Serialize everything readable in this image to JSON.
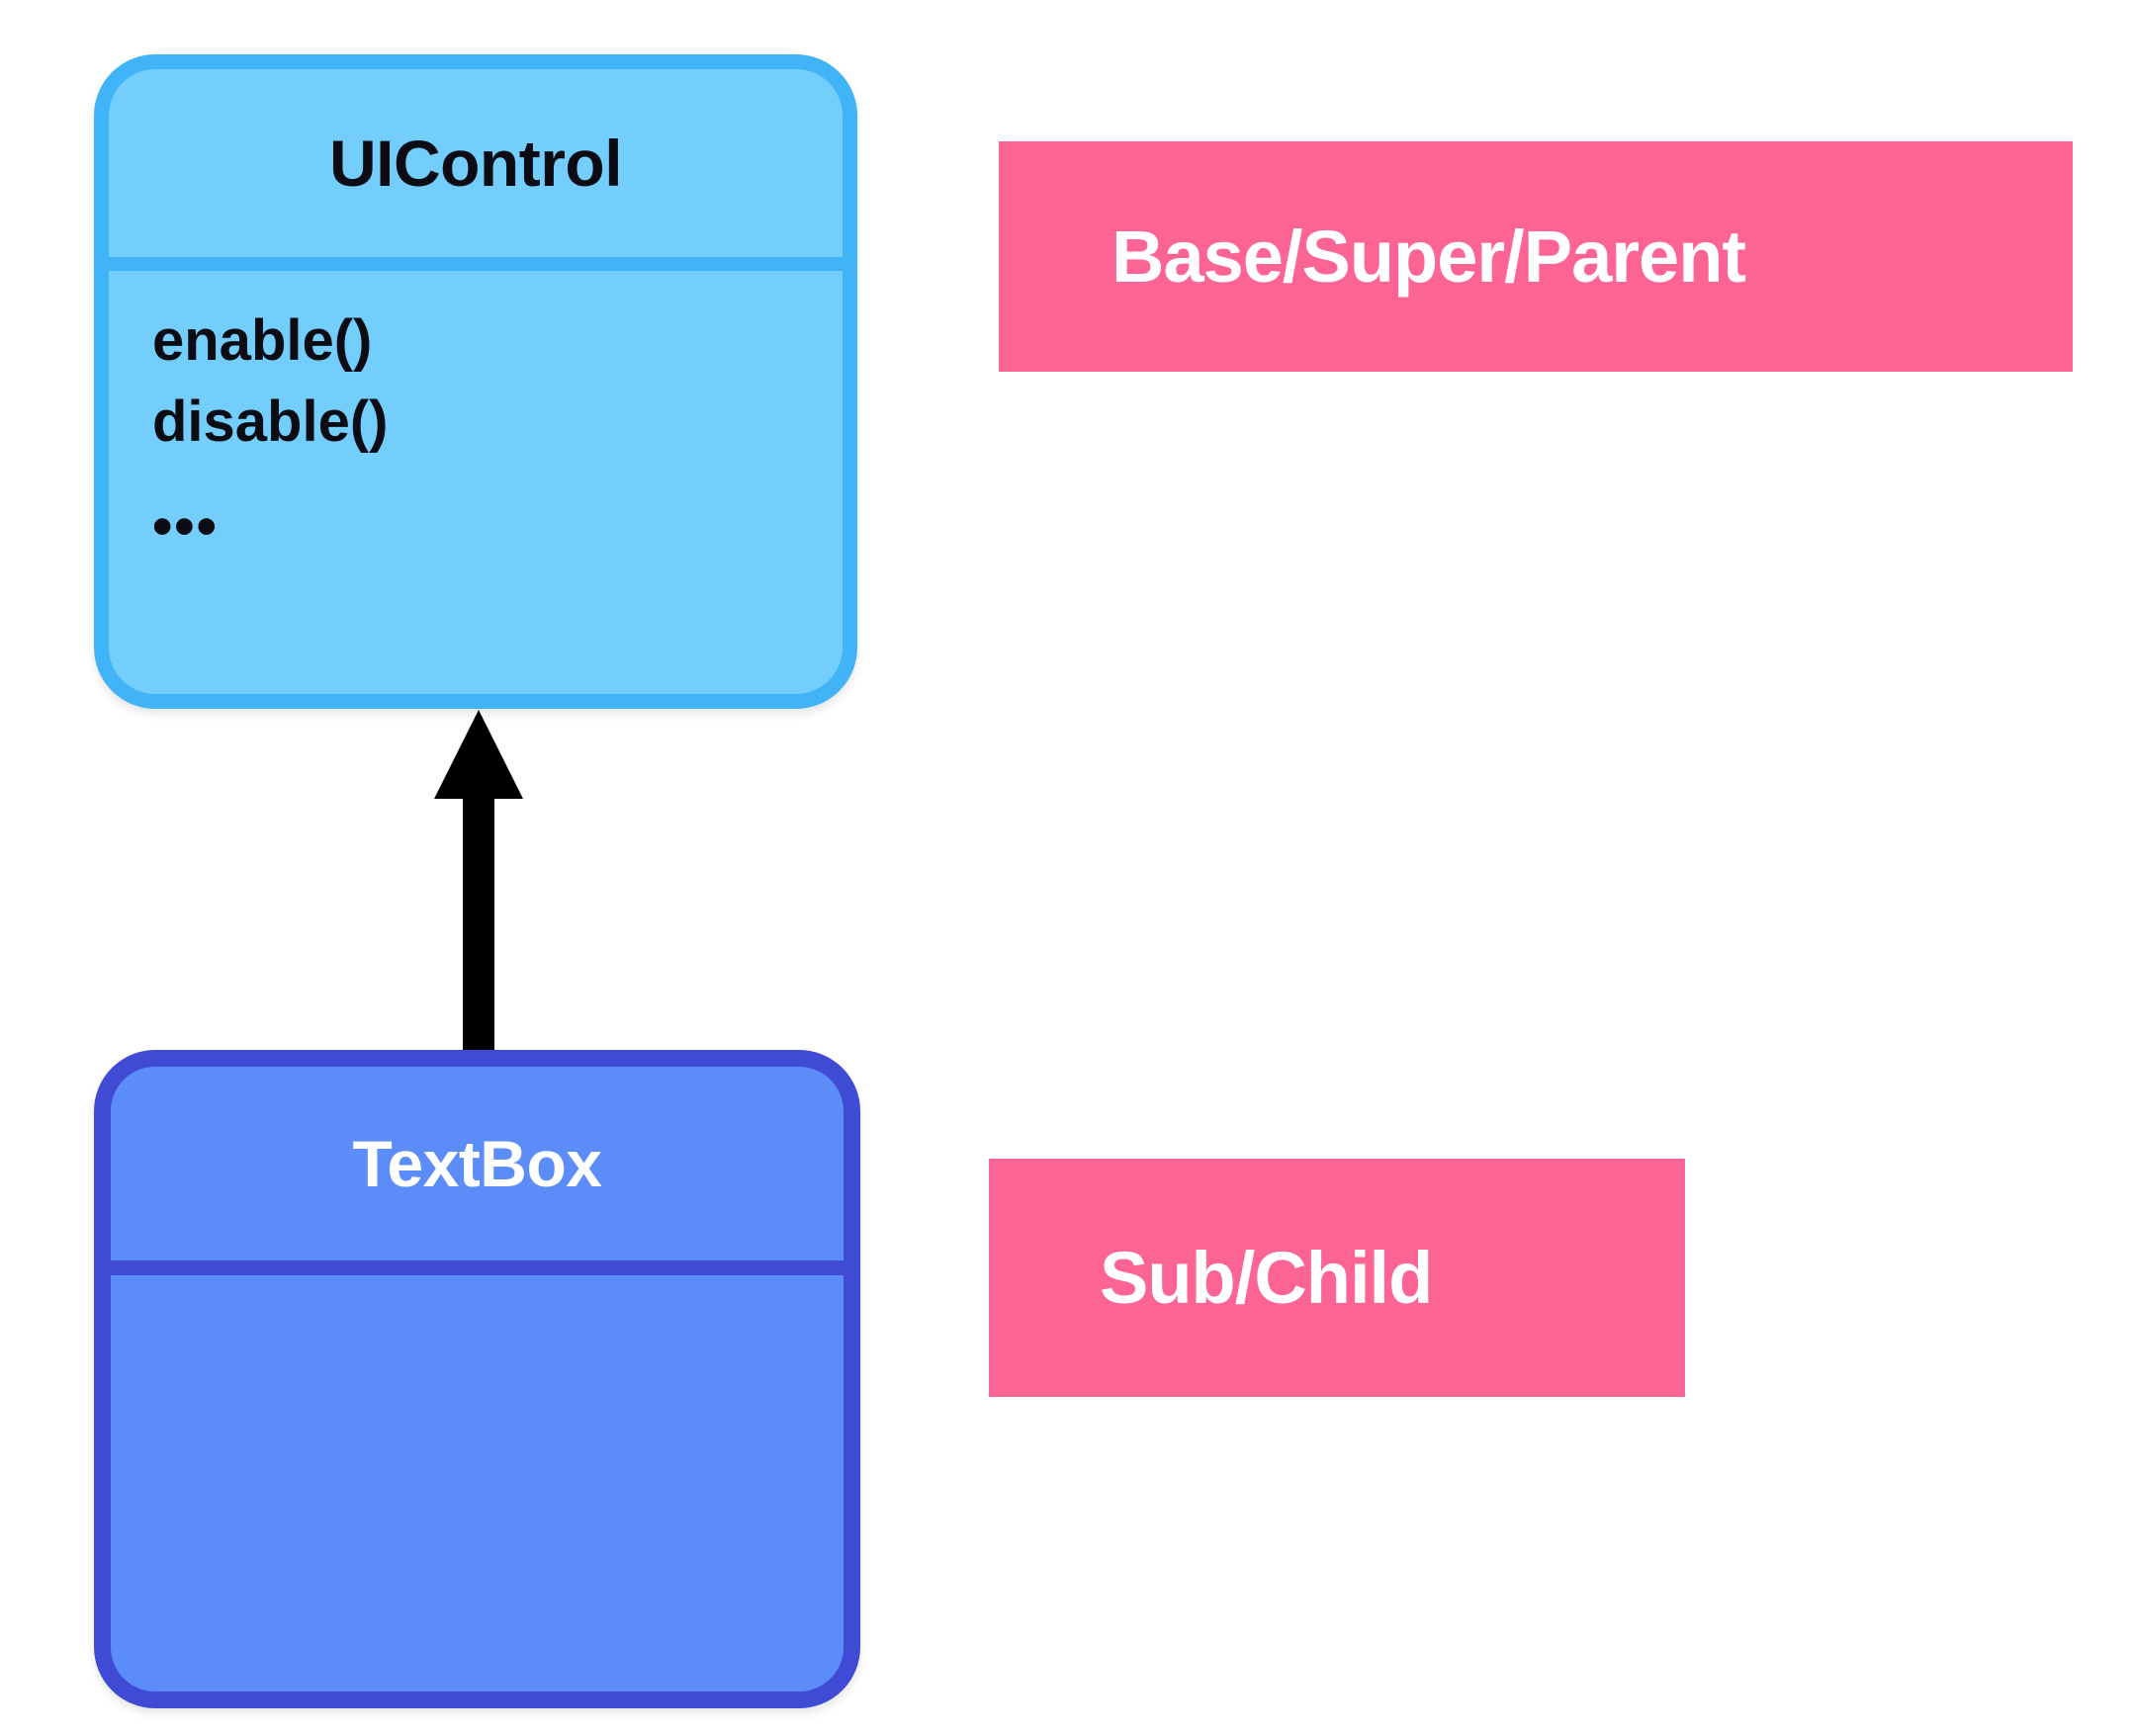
{
  "diagram": {
    "type": "uml-class-inheritance",
    "background_color": "#ffffff",
    "classes": [
      {
        "name": "UIControl",
        "role": "base",
        "title": "UIControl",
        "members": [
          "enable()",
          "disable()"
        ],
        "ellipsis": "•••",
        "fill_color": "#74CEFC",
        "border_color": "#41B3F7",
        "title_color": "#0c0c14"
      },
      {
        "name": "TextBox",
        "role": "sub",
        "title": "TextBox",
        "members": [],
        "fill_color": "#5B8CF8",
        "border_color": "#3F4BD4",
        "title_color": "#ffffff"
      }
    ],
    "relationship": {
      "kind": "inheritance-arrow",
      "from": "TextBox",
      "to": "UIControl",
      "color": "#000000"
    },
    "legend": {
      "chip_color": "#FB6493",
      "text_color": "#ffffff",
      "items": [
        {
          "label": "Base/Super/Parent",
          "applies_to": "UIControl"
        },
        {
          "label": "Sub/Child",
          "applies_to": "TextBox"
        }
      ]
    }
  }
}
